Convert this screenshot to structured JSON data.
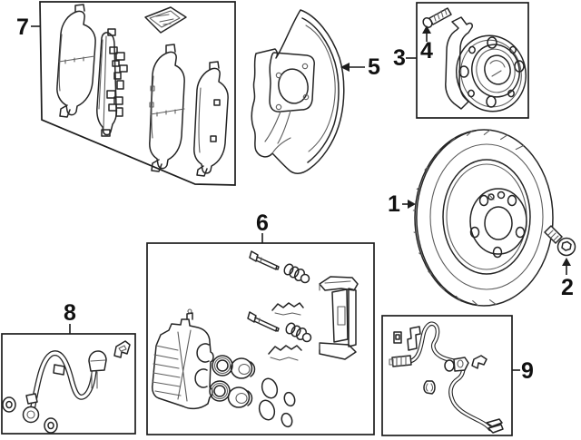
{
  "diagram": {
    "background_color": "#ffffff",
    "line_color": "#242424",
    "callouts": [
      {
        "label": "1"
      },
      {
        "label": "2"
      },
      {
        "label": "3"
      },
      {
        "label": "4"
      },
      {
        "label": "5"
      },
      {
        "label": "6"
      },
      {
        "label": "7"
      },
      {
        "label": "8"
      },
      {
        "label": "9"
      }
    ]
  }
}
